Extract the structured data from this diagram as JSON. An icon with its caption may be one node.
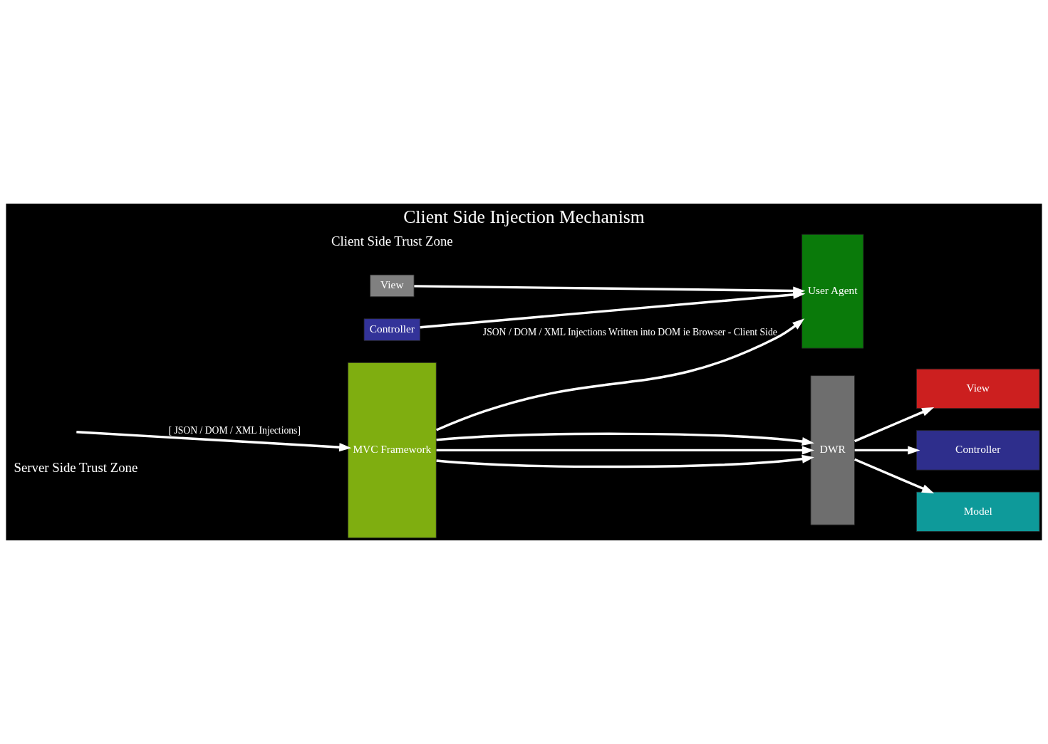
{
  "diagram": {
    "title": "Client Side Injection Mechanism",
    "nodes": [
      {
        "text": [
          "View"
        ]
      },
      {
        "text": [
          "Controller"
        ]
      },
      {
        "text": [
          "User Agent"
        ]
      },
      {
        "text": [
          "MVC Framework"
        ]
      },
      {
        "text": [
          "DWR"
        ]
      },
      {
        "text": [
          "View"
        ]
      },
      {
        "text": [
          "Controller"
        ]
      },
      {
        "text": [
          "Model"
        ]
      }
    ],
    "edges": [
      {
        "from": 0,
        "to": 2,
        "arrow": "to"
      },
      {
        "from": 1,
        "to": 2,
        "arrow": "to"
      },
      {
        "from": null,
        "to": 3,
        "arrow": "to",
        "label": "[ JSON / DOM / XML Injections]"
      },
      {
        "from": 3,
        "to": 2,
        "arrow": "to",
        "label": "JSON / DOM / XML Injections Written into DOM ie Browser - Client Side"
      },
      {
        "from": 3,
        "to": 4,
        "arrow": "to"
      },
      {
        "from": 3,
        "to": 4,
        "arrow": "to"
      },
      {
        "from": 3,
        "to": 4,
        "arrow": "to"
      },
      {
        "from": 4,
        "to": 5,
        "arrow": "to"
      },
      {
        "from": 4,
        "to": 6,
        "arrow": "to"
      },
      {
        "from": 4,
        "to": 7,
        "arrow": "to"
      }
    ],
    "labels": [
      "Client Side Trust Zone",
      "Server Side Trust Zone"
    ]
  }
}
